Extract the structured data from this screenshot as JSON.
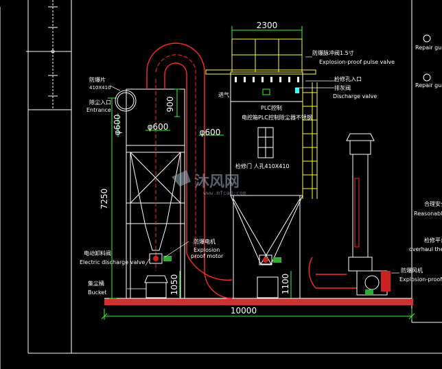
{
  "dimensions": {
    "top_width": "2300",
    "height_total": "7250",
    "cyclone_height": "900",
    "duct_dia_left": "φ600",
    "duct_dia_bottom": "φ600",
    "duct_dia_right": "φ600",
    "cyclone_bottom": "1050",
    "hopper_bottom": "1100",
    "overall_width": "10000"
  },
  "labels": {
    "pulse_valve_cn": "防爆脉冲阀1.5寸",
    "pulse_valve_en": "Explosion-proof pulse valve",
    "repair_entrance_cn": "检修孔入口",
    "discharge_valve_cn": "排灰阀",
    "discharge_valve_en": "Discharge valve",
    "explosion_disc_cn": "防爆片",
    "explosion_disc_spec": "410X410",
    "entrance_cn": "除尘入口",
    "entrance_en": "Entrance",
    "inlet_cn": "进气",
    "plc_cn": "PLC控制",
    "plc_text": "电控箱PLC控制除尘器不锈钢",
    "inspection_door": "检修门  人孔410X410",
    "electric_discharge_cn": "电动卸料阀",
    "electric_discharge_en": "Electric discharge valve",
    "explosion_motor_cn": "防爆电机",
    "explosion_motor_en1": "Explosion",
    "explosion_motor_en2": "proof motor",
    "bucket_cn": "集尘桶",
    "bucket_en": "Bucket",
    "fan_cn": "防爆风机",
    "fan_en": "Explosion-proof f",
    "repair_guard_1": "Repair gu",
    "repair_guard_2": "Repair gu",
    "reasonable_cn": "合理安全",
    "reasonable_en": "Reasonable",
    "overhaul_cn": "检修平台",
    "overhaul_en": "overhaul the"
  },
  "watermark": {
    "brand": "沐风网",
    "url": "www.mfcad.com"
  },
  "colors": {
    "background": "#000000",
    "equipment": "#ffffff",
    "duct": "#ff2a2a",
    "platform": "#ffff33",
    "dimension": "#33ff33",
    "centerline": "#ff2a2a",
    "ground": "#cc3333",
    "accent_cyan": "#33ffff"
  }
}
